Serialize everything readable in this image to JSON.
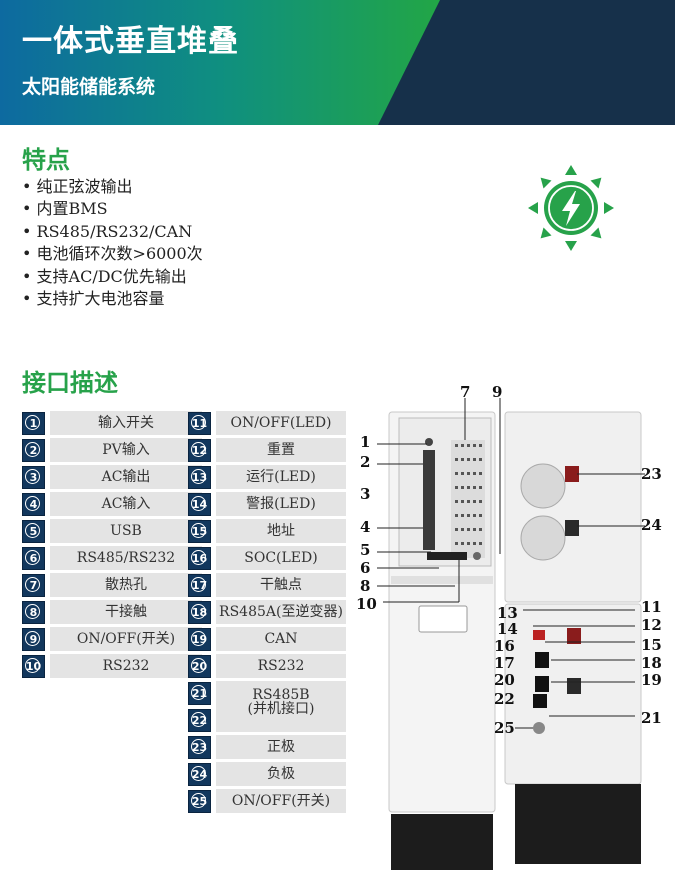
{
  "header": {
    "title": "一体式垂直堆叠",
    "subtitle": "太阳能储能系统",
    "colors": {
      "teal": "#0f8f80",
      "green": "#1ca14c",
      "navy": "#16304a"
    }
  },
  "features": {
    "title": "特点",
    "items": [
      "纯正弦波输出",
      "内置BMS",
      "RS485/RS232/CAN",
      "电池循环次数>6000次",
      "支持AC/DC优先输出",
      "支持扩大电池容量"
    ],
    "icon": "solar-bolt-icon",
    "icon_color": "#27a24a"
  },
  "interfaces": {
    "title": "接口描述",
    "left": [
      {
        "num": "1",
        "label": "输入开关"
      },
      {
        "num": "2",
        "label": "PV输入"
      },
      {
        "num": "3",
        "label": "AC输出"
      },
      {
        "num": "4",
        "label": "AC输入"
      },
      {
        "num": "5",
        "label": "USB"
      },
      {
        "num": "6",
        "label": "RS485/RS232"
      },
      {
        "num": "7",
        "label": "散热孔"
      },
      {
        "num": "8",
        "label": "干接触"
      },
      {
        "num": "9",
        "label": "ON/OFF(开关)"
      },
      {
        "num": "10",
        "label": "RS232"
      }
    ],
    "right": [
      {
        "num": "11",
        "label": "ON/OFF(LED)"
      },
      {
        "num": "12",
        "label": "重置"
      },
      {
        "num": "13",
        "label": "运行(LED)"
      },
      {
        "num": "14",
        "label": "警报(LED)"
      },
      {
        "num": "15",
        "label": "地址"
      },
      {
        "num": "16",
        "label": "SOC(LED)"
      },
      {
        "num": "17",
        "label": "干触点"
      },
      {
        "num": "18",
        "label": "RS485A(至逆变器)"
      },
      {
        "num": "19",
        "label": "CAN"
      },
      {
        "num": "20",
        "label": "RS232"
      },
      {
        "num": "21",
        "label": "RS485B"
      },
      {
        "num": "22",
        "label": "(并机接口)"
      },
      {
        "num": "23",
        "label": "正极"
      },
      {
        "num": "24",
        "label": "负极"
      },
      {
        "num": "25",
        "label": "ON/OFF(开关)"
      }
    ]
  },
  "device_callouts": [
    "1",
    "2",
    "3",
    "4",
    "5",
    "6",
    "7",
    "8",
    "9",
    "10",
    "11",
    "12",
    "13",
    "14",
    "15",
    "16",
    "17",
    "18",
    "19",
    "20",
    "21",
    "22",
    "23",
    "24",
    "25"
  ]
}
